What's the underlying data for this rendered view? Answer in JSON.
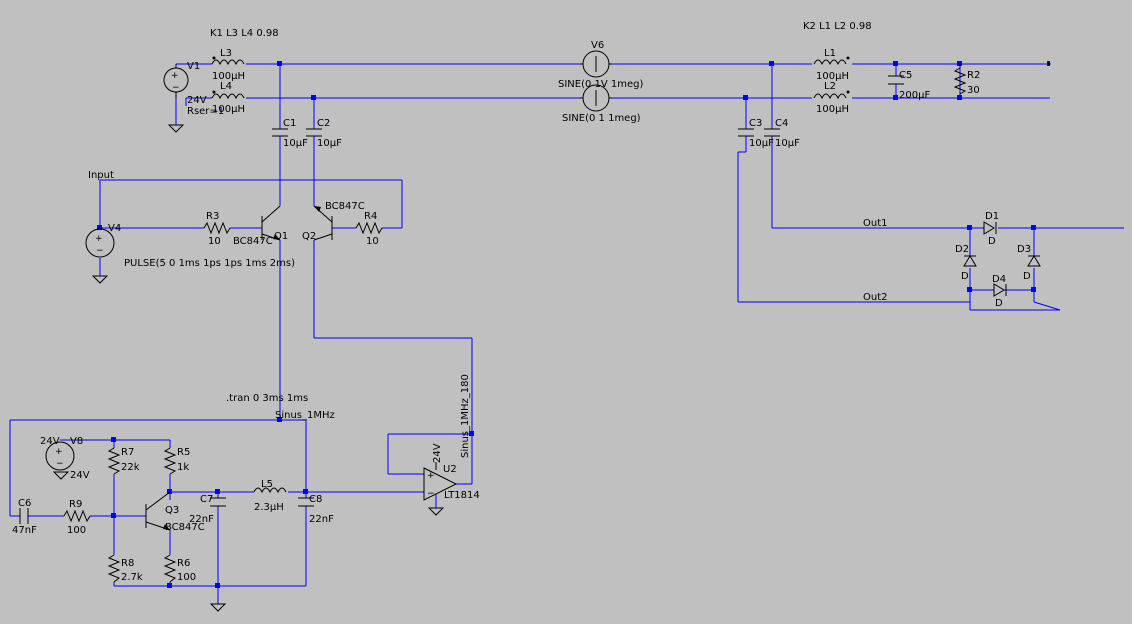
{
  "colors": {
    "background": "#c0c0c0",
    "wire": "#0000ff",
    "component": "#000000"
  },
  "directives": {
    "k1": "K1 L3 L4 0.98",
    "k2": "K2 L1 L2 0.98",
    "tran": ".tran 0 3ms 1ms"
  },
  "nets": {
    "input": "Input",
    "out1": "Out1",
    "out2": "Out2",
    "sinus": "Sinus_1MHz",
    "sinus180": "Sinus_1MHz_180"
  },
  "components": {
    "l3": {
      "name": "L3",
      "value": "100µH"
    },
    "l4": {
      "name": "L4",
      "value": "100µH"
    },
    "l1": {
      "name": "L1",
      "value": "100µH"
    },
    "l2": {
      "name": "L2",
      "value": "100µH"
    },
    "l5": {
      "name": "L5",
      "value": "2.3µH"
    },
    "v1": {
      "name": "V1",
      "value": "24V",
      "extra": "Rser=1"
    },
    "v6": {
      "name": "V6",
      "value": "SINE(0 1V 1meg)",
      "value2": "SINE(0 1 1meg)"
    },
    "v4": {
      "name": "V4",
      "value": "PULSE(5 0 1ms 1ps 1ps 1ms 2ms)"
    },
    "v8": {
      "name": "V8",
      "value": "24V",
      "label": "24V"
    },
    "c1": {
      "name": "C1",
      "value": "10µF"
    },
    "c2": {
      "name": "C2",
      "value": "10µF"
    },
    "c3": {
      "name": "C3",
      "value": "10µF"
    },
    "c4": {
      "name": "C4",
      "value": "10µF"
    },
    "c5": {
      "name": "C5",
      "value": "200µF"
    },
    "c6": {
      "name": "C6",
      "value": "47nF"
    },
    "c7": {
      "name": "C7",
      "value": "22nF"
    },
    "c8": {
      "name": "C8",
      "value": "22nF"
    },
    "r2": {
      "name": "R2",
      "value": "30"
    },
    "r3": {
      "name": "R3",
      "value": "10"
    },
    "r4": {
      "name": "R4",
      "value": "10"
    },
    "r5": {
      "name": "R5",
      "value": "1k"
    },
    "r6": {
      "name": "R6",
      "value": "100"
    },
    "r7": {
      "name": "R7",
      "value": "22k"
    },
    "r8": {
      "name": "R8",
      "value": "2.7k"
    },
    "r9": {
      "name": "R9",
      "value": "100"
    },
    "q1": {
      "name": "Q1",
      "model": "BC847C"
    },
    "q2": {
      "name": "Q2",
      "model": "BC847C"
    },
    "q3": {
      "name": "Q3",
      "model": "BC847C"
    },
    "u2": {
      "name": "U2",
      "model": "LT1814",
      "supply": "24V"
    },
    "d1": {
      "name": "D1",
      "model": "D"
    },
    "d2": {
      "name": "D2",
      "model": "D"
    },
    "d3": {
      "name": "D3",
      "model": "D"
    },
    "d4": {
      "name": "D4",
      "model": "D"
    }
  }
}
